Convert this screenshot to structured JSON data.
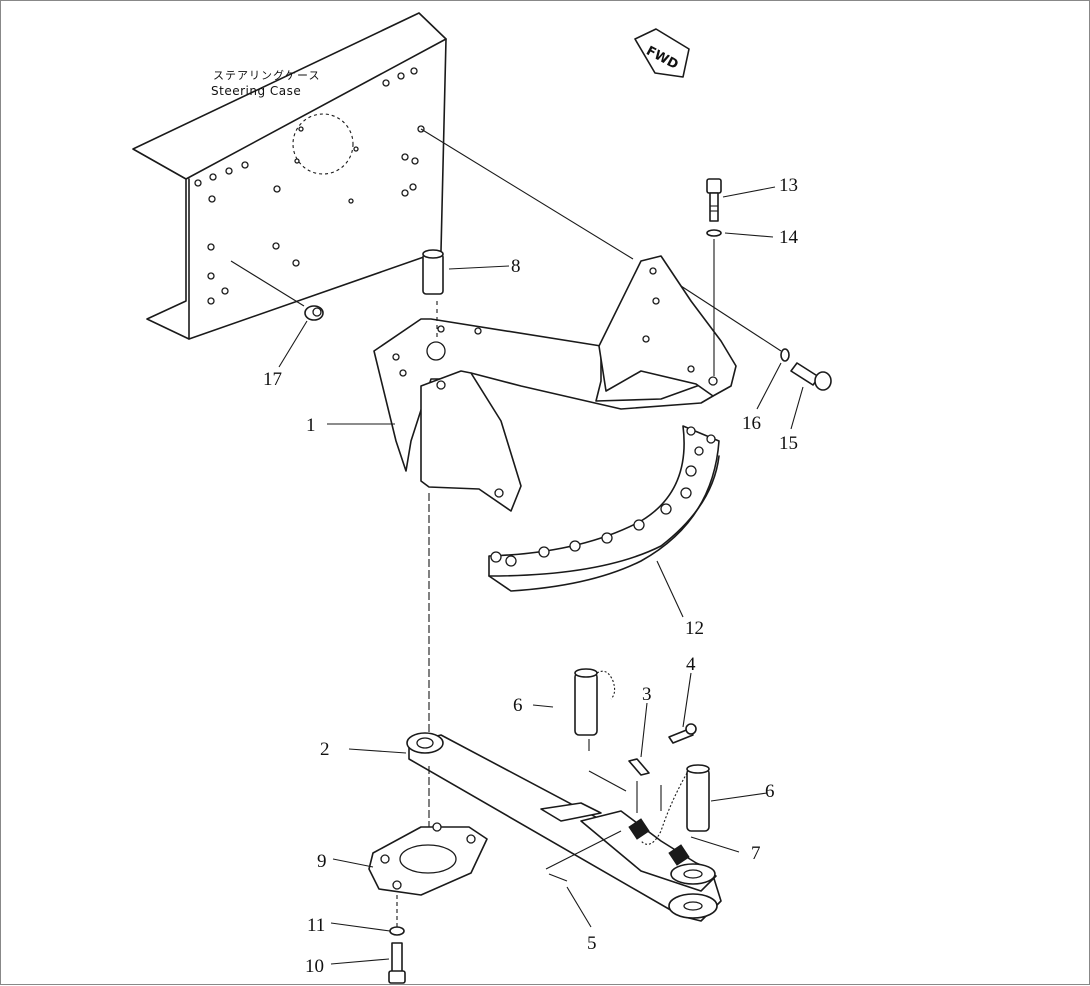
{
  "diagram": {
    "case_label_jp": "ステアリングケース",
    "case_label_en": "Steering Case",
    "fwd_label": "FWD",
    "callouts": [
      {
        "id": "1",
        "text": "1"
      },
      {
        "id": "2",
        "text": "2"
      },
      {
        "id": "3",
        "text": "3"
      },
      {
        "id": "4",
        "text": "4"
      },
      {
        "id": "5a",
        "text": "5"
      },
      {
        "id": "5b",
        "text": "5"
      },
      {
        "id": "6a",
        "text": "6"
      },
      {
        "id": "6b",
        "text": "6"
      },
      {
        "id": "7",
        "text": "7"
      },
      {
        "id": "8",
        "text": "8"
      },
      {
        "id": "9",
        "text": "9"
      },
      {
        "id": "10",
        "text": "10"
      },
      {
        "id": "11",
        "text": "11"
      },
      {
        "id": "12",
        "text": "12"
      },
      {
        "id": "13",
        "text": "13"
      },
      {
        "id": "14",
        "text": "14"
      },
      {
        "id": "15",
        "text": "15"
      },
      {
        "id": "16",
        "text": "16"
      },
      {
        "id": "17",
        "text": "17"
      }
    ],
    "icons": [
      "fwd-arrow-icon"
    ]
  }
}
